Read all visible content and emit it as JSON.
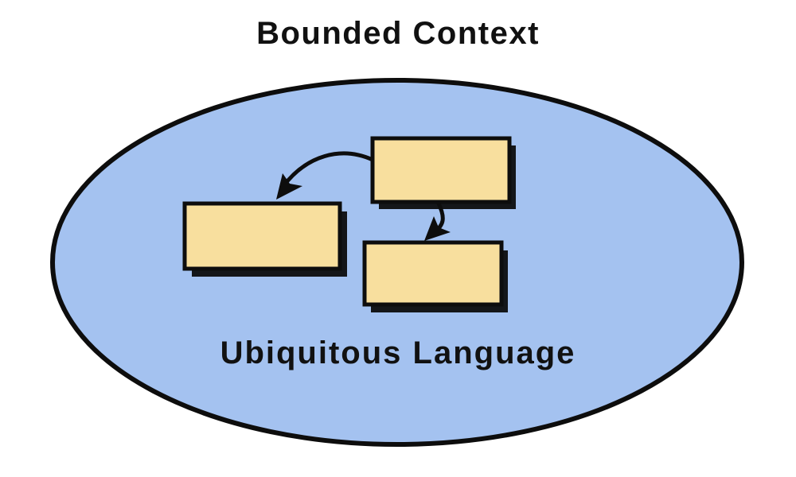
{
  "title": "Bounded Context",
  "ellipse_label": "Ubiquitous Language",
  "colors": {
    "background": "#ffffff",
    "ellipse_fill": "#a4c2f0",
    "box_fill": "#f8df9e",
    "outline": "#0d0d0d",
    "text": "#111111"
  },
  "diagram": {
    "ellipse": {
      "name": "bounded-context-boundary"
    },
    "boxes": [
      {
        "name": "top-model-box"
      },
      {
        "name": "left-model-box"
      },
      {
        "name": "bottom-model-box"
      }
    ],
    "arrows": [
      {
        "name": "arrow-top-box-to-left-box"
      },
      {
        "name": "arrow-top-box-to-bottom-box"
      }
    ]
  }
}
